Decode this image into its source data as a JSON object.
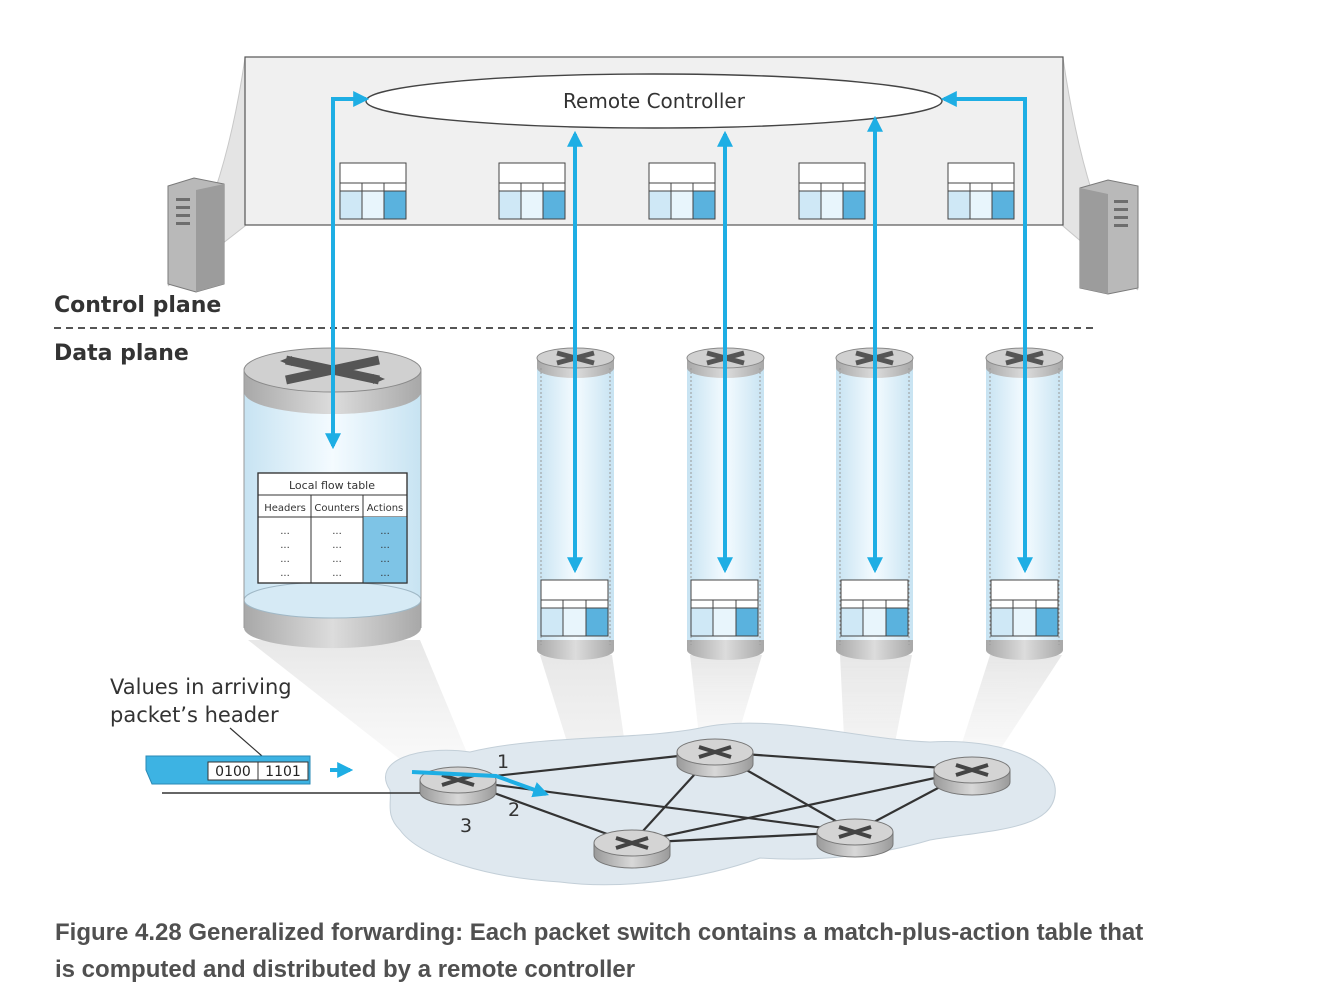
{
  "controller": {
    "label": "Remote Controller"
  },
  "planes": {
    "control_label": "Control plane",
    "data_label": "Data plane"
  },
  "flow_table": {
    "title": "Local flow table",
    "columns": [
      "Headers",
      "Counters",
      "Actions"
    ],
    "cell": "..."
  },
  "packet": {
    "annotation_line1": "Values in arriving",
    "annotation_line2": "packet’s header",
    "bits": [
      "0100",
      "1101"
    ]
  },
  "ports": [
    "1",
    "2",
    "3"
  ],
  "caption": {
    "line1": "Figure 4.28 Generalized forwarding: Each packet switch contains a match-plus-action table that",
    "line2": "is computed and distributed by a remote controller"
  },
  "colors": {
    "arrow": "#1eaee4",
    "cylinder_light": "#e6f4fc",
    "panel_fill": "#f0f0f0",
    "network_cloud": "#dfe8ef",
    "caption_text": "#505050"
  }
}
